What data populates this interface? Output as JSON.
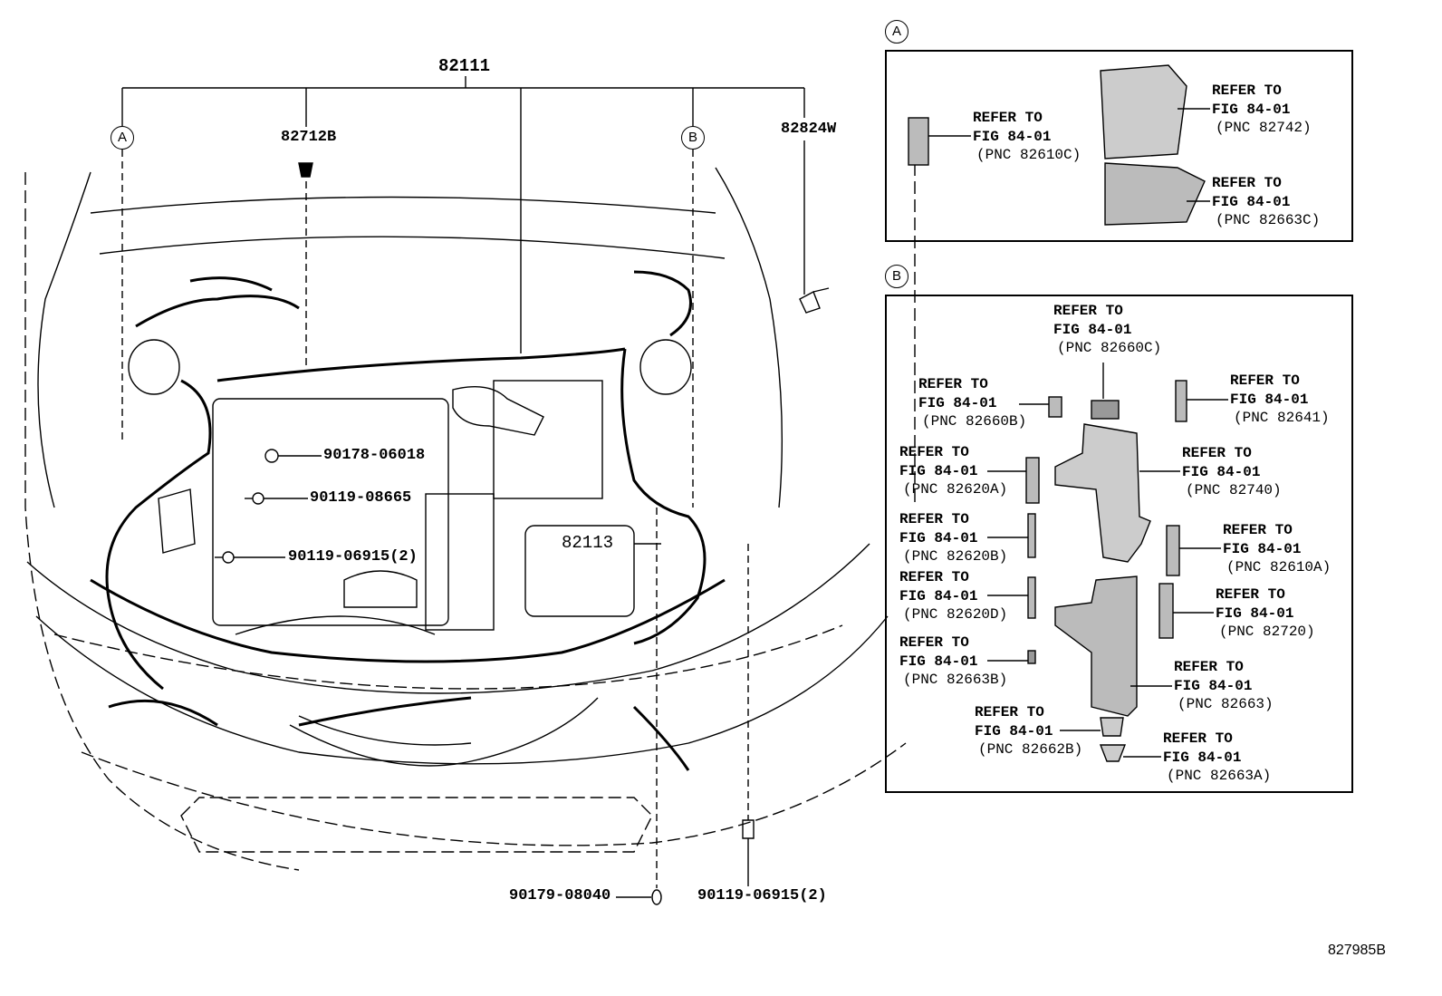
{
  "main_diagram": {
    "top_label": "82111",
    "view_markers": [
      "A",
      "B"
    ],
    "part_labels": {
      "p82712B": "82712B",
      "p82824W": "82824W",
      "p90178_06018": "90178-06018",
      "p90119_08665": "90119-08665",
      "p90119_06915_left": "90119-06915(2)",
      "p82113": "82113",
      "p90179_08040": "90179-08040",
      "p90119_06915_bottom": "90119-06915(2)"
    }
  },
  "panel_a": {
    "marker": "A",
    "callouts": [
      {
        "line1": "REFER TO",
        "line2": "FIG 84-01",
        "pnc": "(PNC 82610C)"
      },
      {
        "line1": "REFER TO",
        "line2": "FIG 84-01",
        "pnc": "(PNC 82742)"
      },
      {
        "line1": "REFER TO",
        "line2": "FIG 84-01",
        "pnc": "(PNC 82663C)"
      }
    ]
  },
  "panel_b": {
    "marker": "B",
    "callouts": [
      {
        "line1": "REFER TO",
        "line2": "FIG 84-01",
        "pnc": "(PNC 82660C)"
      },
      {
        "line1": "REFER TO",
        "line2": "FIG 84-01",
        "pnc": "(PNC 82660B)"
      },
      {
        "line1": "REFER TO",
        "line2": "FIG 84-01",
        "pnc": "(PNC 82641)"
      },
      {
        "line1": "REFER TO",
        "line2": "FIG 84-01",
        "pnc": "(PNC 82620A)"
      },
      {
        "line1": "REFER TO",
        "line2": "FIG 84-01",
        "pnc": "(PNC 82740)"
      },
      {
        "line1": "REFER TO",
        "line2": "FIG 84-01",
        "pnc": "(PNC 82620B)"
      },
      {
        "line1": "REFER TO",
        "line2": "FIG 84-01",
        "pnc": "(PNC 82610A)"
      },
      {
        "line1": "REFER TO",
        "line2": "FIG 84-01",
        "pnc": "(PNC 82620D)"
      },
      {
        "line1": "REFER TO",
        "line2": "FIG 84-01",
        "pnc": "(PNC 82720)"
      },
      {
        "line1": "REFER TO",
        "line2": "FIG 84-01",
        "pnc": "(PNC 82663B)"
      },
      {
        "line1": "REFER TO",
        "line2": "FIG 84-01",
        "pnc": "(PNC 82663)"
      },
      {
        "line1": "REFER TO",
        "line2": "FIG 84-01",
        "pnc": "(PNC 82662B)"
      },
      {
        "line1": "REFER TO",
        "line2": "FIG 84-01",
        "pnc": "(PNC 82663A)"
      }
    ]
  },
  "diagram_id": "827985B"
}
